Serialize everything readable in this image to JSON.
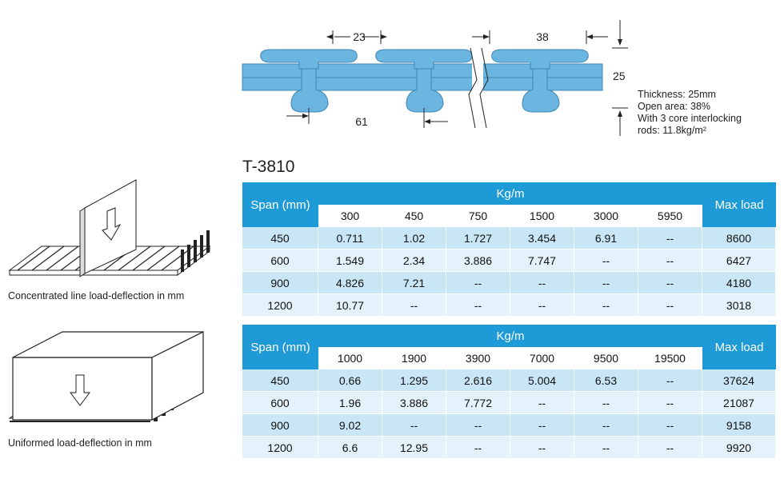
{
  "profile": {
    "dim_top_left": "23",
    "dim_top_right": "38",
    "dim_bottom": "61",
    "dim_height": "25",
    "specs": [
      "Thickness: 25mm",
      "Open area: 38%",
      "With 3 core interlocking",
      "rods: 11.8kg/m²"
    ]
  },
  "model": "T-3810",
  "table1": {
    "span_header": "Span (mm)",
    "group_header": "Kg/m",
    "max_header": "Max load",
    "loads": [
      "300",
      "450",
      "750",
      "1500",
      "3000",
      "5950"
    ],
    "rows": [
      {
        "span": "450",
        "values": [
          "0.711",
          "1.02",
          "1.727",
          "3.454",
          "6.91",
          "--"
        ],
        "max": "8600"
      },
      {
        "span": "600",
        "values": [
          "1.549",
          "2.34",
          "3.886",
          "7.747",
          "--",
          "--"
        ],
        "max": "6427"
      },
      {
        "span": "900",
        "values": [
          "4.826",
          "7.21",
          "--",
          "--",
          "--",
          "--"
        ],
        "max": "4180"
      },
      {
        "span": "1200",
        "values": [
          "10.77",
          "--",
          "--",
          "--",
          "--",
          "--"
        ],
        "max": "3018"
      }
    ]
  },
  "table2": {
    "span_header": "Span (mm)",
    "group_header": "Kg/m",
    "max_header": "Max load",
    "loads": [
      "1000",
      "1900",
      "3900",
      "7000",
      "9500",
      "19500"
    ],
    "rows": [
      {
        "span": "450",
        "values": [
          "0.66",
          "1.295",
          "2.616",
          "5.004",
          "6.53",
          "--"
        ],
        "max": "37624"
      },
      {
        "span": "600",
        "values": [
          "1.96",
          "3.886",
          "7.772",
          "--",
          "--",
          "--"
        ],
        "max": "21087"
      },
      {
        "span": "900",
        "values": [
          "9.02",
          "--",
          "--",
          "--",
          "--",
          "--"
        ],
        "max": "9158"
      },
      {
        "span": "1200",
        "values": [
          "6.6",
          "12.95",
          "--",
          "--",
          "--",
          "--"
        ],
        "max": "9920"
      }
    ]
  },
  "captions": {
    "concentrated": "Concentrated line load-deflection in mm",
    "uniform": "Uniformed load-deflection in mm"
  },
  "colors": {
    "header_blue": "#1e9ad6",
    "row_light": "#e4f2fb",
    "row_mid": "#c9e6f6",
    "profile_fill": "#6bb6e0"
  }
}
